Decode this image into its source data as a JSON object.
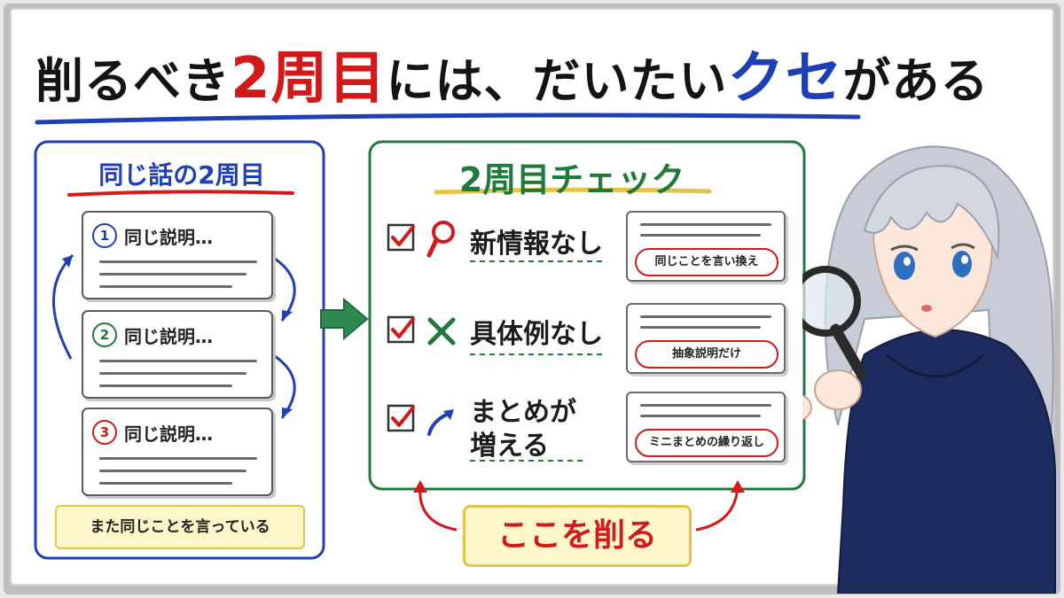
{
  "title": {
    "part1": "削るべき",
    "part2": "2周目",
    "part3": "には、だいたい",
    "part4": "クセ",
    "part5": "がある"
  },
  "left_panel": {
    "title": "同じ話の2周目",
    "cards": [
      {
        "number": "1",
        "text": "同じ説明…",
        "color": "#1f3fb5"
      },
      {
        "number": "2",
        "text": "同じ説明…",
        "color": "#1f7a3a"
      },
      {
        "number": "3",
        "text": "同じ説明…",
        "color": "#d21a1a"
      }
    ],
    "note": "また同じことを言っている"
  },
  "right_panel": {
    "title": "2周目チェック",
    "checks": [
      {
        "label": "新情報なし",
        "icon": "magnifier-icon",
        "example": "同じことを言い換え"
      },
      {
        "label": "具体例なし",
        "icon": "cross-icon",
        "example": "抽象説明だけ"
      },
      {
        "label_line1": "まとめが",
        "label_line2": "増える",
        "icon": "up-arrow-icon",
        "example": "ミニまとめの繰り返し"
      }
    ],
    "cut_label": "ここを削る"
  },
  "colors": {
    "blue": "#1f3fb5",
    "red": "#d21a1a",
    "green": "#1f7a3a",
    "yellow_fill": "#fff6c9",
    "board": "#ffffff"
  }
}
